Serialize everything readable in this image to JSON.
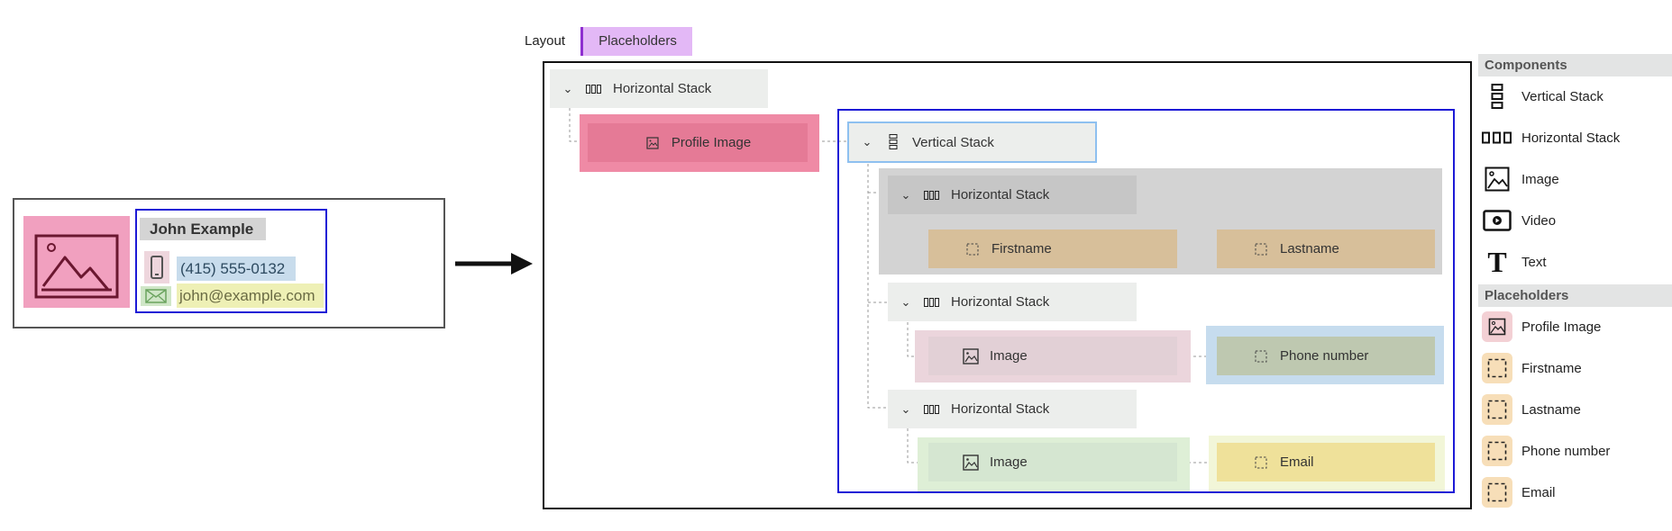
{
  "preview": {
    "name": "John Example",
    "phone": "(415) 555-0132",
    "email": "john@example.com",
    "icons": [
      "image-icon",
      "phone-icon",
      "mail-icon"
    ]
  },
  "tabs": [
    {
      "label": "Layout",
      "active": false
    },
    {
      "label": "Placeholders",
      "active": true
    }
  ],
  "tree": {
    "root": "Horizontal Stack",
    "profile_image": "Profile Image",
    "vertical_stack": "Vertical Stack",
    "row1": {
      "label": "Horizontal Stack",
      "first": "Firstname",
      "last": "Lastname"
    },
    "row2": {
      "label": "Horizontal Stack",
      "image": "Image",
      "phone": "Phone number"
    },
    "row3": {
      "label": "Horizontal Stack",
      "image": "Image",
      "email": "Email"
    }
  },
  "panel": {
    "components_title": "Components",
    "components": [
      "Vertical Stack",
      "Horizontal Stack",
      "Image",
      "Video",
      "Text"
    ],
    "placeholders_title": "Placeholders",
    "placeholders": [
      "Profile Image",
      "Firstname",
      "Lastname",
      "Phone number",
      "Email"
    ]
  },
  "colors": {
    "profile": "#ec86a2",
    "name_fields": "#d7bf9a",
    "phone": "#bec8b0",
    "email": "#efe19a",
    "selection": "#1d1ad6",
    "tab_active": "#e3b8f6"
  }
}
